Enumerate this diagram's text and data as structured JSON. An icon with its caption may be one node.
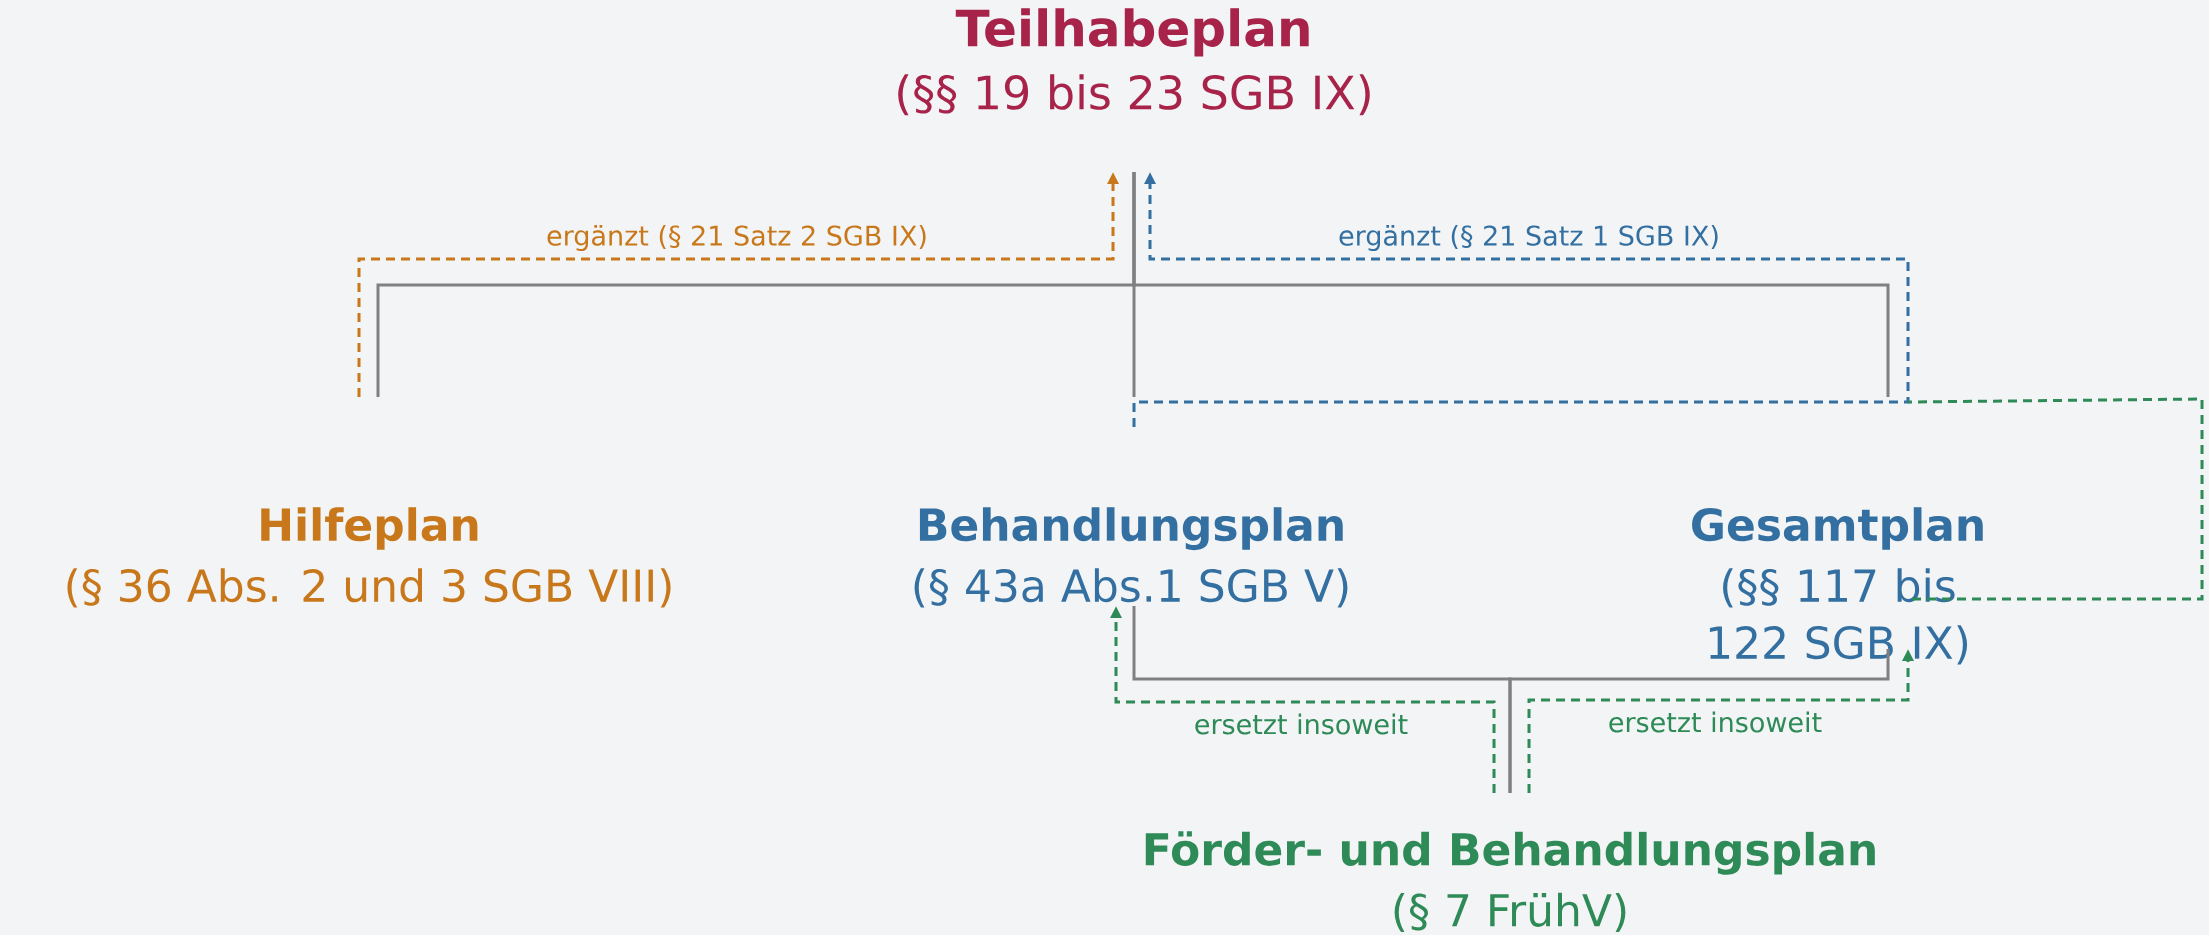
{
  "diagram": {
    "nodes": [
      {
        "text": [
          "Teilhabeplan",
          "(§§ 19 bis 23 SGB IX)"
        ]
      },
      {
        "text": [
          "Hilfeplan",
          "(§ 36 Abs. 2 und 3 SGB VIII)"
        ]
      },
      {
        "text": [
          "Behandlungsplan",
          "(§ 43a Abs.1 SGB V)"
        ]
      },
      {
        "text": [
          "Gesamtplan",
          "(§§ 117 bis 122 SGB IX)"
        ]
      },
      {
        "text": [
          "Förder- und Behandlungsplan",
          "(§ 7 FrühV)"
        ]
      }
    ],
    "edges": [
      {
        "from": 1,
        "to": 0,
        "arrow": "none"
      },
      {
        "from": 2,
        "to": 0,
        "arrow": "none"
      },
      {
        "from": 3,
        "to": 0,
        "arrow": "none"
      },
      {
        "from": 4,
        "to": 2,
        "arrow": "none"
      },
      {
        "from": 4,
        "to": 3,
        "arrow": "none"
      },
      {
        "from": 1,
        "to": 0,
        "arrow": "to",
        "label": "ergänzt (§ 21 Satz 2 SGB IX)",
        "style": "dashed",
        "color": "#c8781a"
      },
      {
        "from": 2,
        "to": 0,
        "arrow": "to",
        "label": "ergänzt (§ 21 Satz 1 SGB IX)",
        "style": "dashed",
        "color": "#336fa0"
      },
      {
        "from": 4,
        "to": 2,
        "arrow": "to",
        "label": "ersetzt insoweit",
        "style": "dashed",
        "color": "#2e8a57"
      },
      {
        "from": 4,
        "to": 3,
        "arrow": "to",
        "label": "ersetzt insoweit",
        "style": "dashed",
        "color": "#2e8a57"
      },
      {
        "from": 3,
        "to": null,
        "arrow": "none",
        "style": "dashed",
        "color": "#2e8a57"
      }
    ]
  }
}
